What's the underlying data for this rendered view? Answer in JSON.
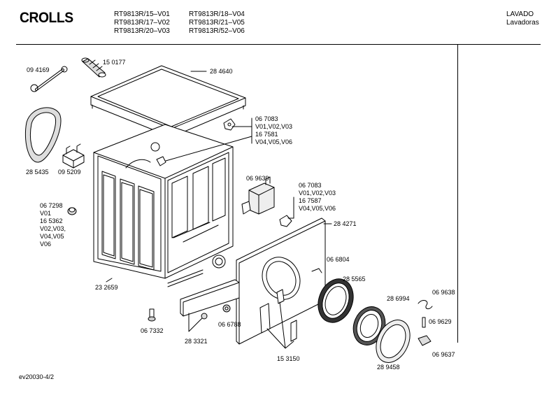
{
  "header": {
    "brand": "CROLLS",
    "models_col1": [
      "RT9813R/15–V01",
      "RT9813R/17–V02",
      "RT9813R/20–V03"
    ],
    "models_col2": [
      "RT9813R/18–V04",
      "RT9813R/21–V05",
      "RT9813R/52–V06"
    ],
    "category": "LAVADO",
    "subcategory": "Lavadoras"
  },
  "parts": {
    "p094169": "09 4169",
    "p150177": "15 0177",
    "p284640": "28 4640",
    "p285435": "28 5435",
    "p095209": "09 5209",
    "g1_l1": "06 7083",
    "g1_l2": "V01,V02,V03",
    "g1_l3": "16 7581",
    "g1_l4": "V04,V05,V06",
    "p069639": "06 9639",
    "g2_l1": "06 7083",
    "g2_l2": "V01,V02,V03",
    "g2_l3": "16 7587",
    "g2_l4": "V04,V05,V06",
    "p284271": "28 4271",
    "g3_l1": "06 7298",
    "g3_l2": "V01",
    "g3_l3": "16 5362",
    "g3_l4": "V02,V03,",
    "g3_l5": "V04,V05",
    "g3_l6": "V06",
    "p066804": "06 6804",
    "p285565": "28 5565",
    "p232659": "23 2659",
    "p286994": "28 6994",
    "p069638": "06 9638",
    "p069629": "06 9629",
    "p067332": "06 7332",
    "p066788": "06 6788",
    "p283321": "28 3321",
    "p153150": "15 3150",
    "p289458": "28 9458",
    "p069637": "06 9637"
  },
  "footer": {
    "code": "ev20030-4/2"
  }
}
